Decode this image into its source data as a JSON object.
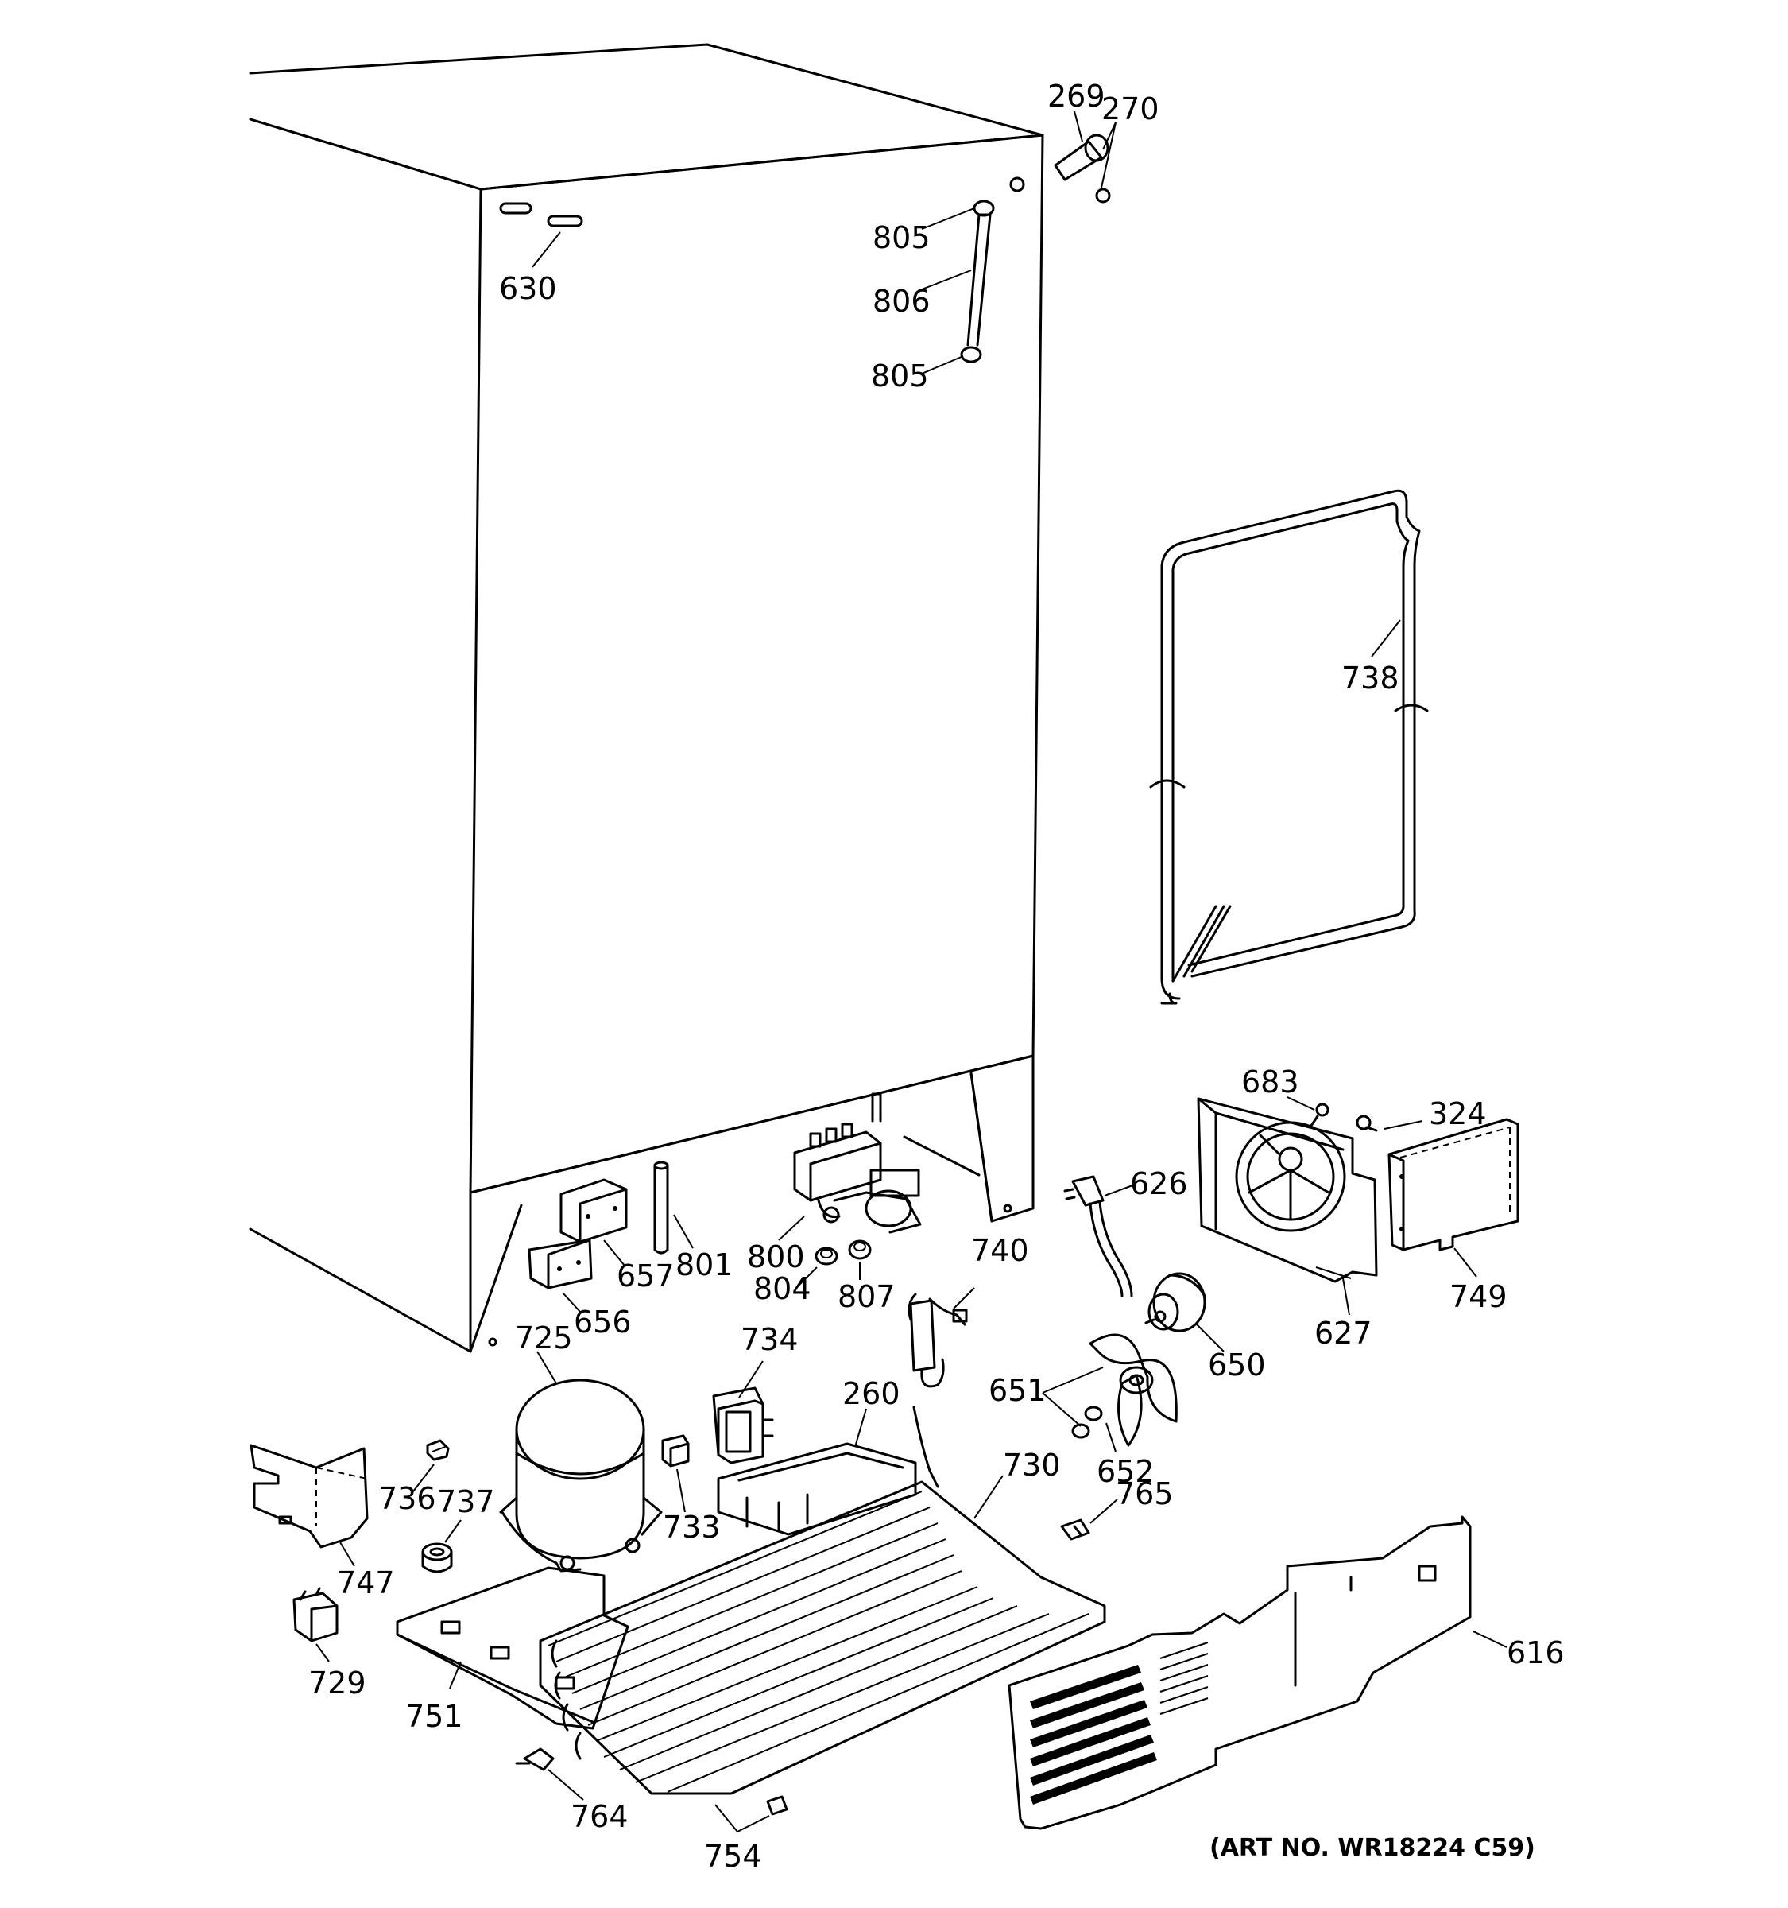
{
  "labels": {
    "p269": "269",
    "p270": "270",
    "p805a": "805",
    "p806": "806",
    "p805b": "805",
    "p630": "630",
    "p738": "738",
    "p683": "683",
    "p324": "324",
    "p626": "626",
    "p657": "657",
    "p801": "801",
    "p800": "800",
    "p656": "656",
    "p804": "804",
    "p807": "807",
    "p740": "740",
    "p627": "627",
    "p749": "749",
    "p650": "650",
    "p725": "725",
    "p734": "734",
    "p651": "651",
    "p260": "260",
    "p730": "730",
    "p652": "652",
    "p736": "736",
    "p737": "737",
    "p733": "733",
    "p765": "765",
    "p747": "747",
    "p729": "729",
    "p751": "751",
    "p616": "616",
    "p764": "764",
    "p754": "754"
  },
  "caption": "(ART NO. WR18224 C59)"
}
